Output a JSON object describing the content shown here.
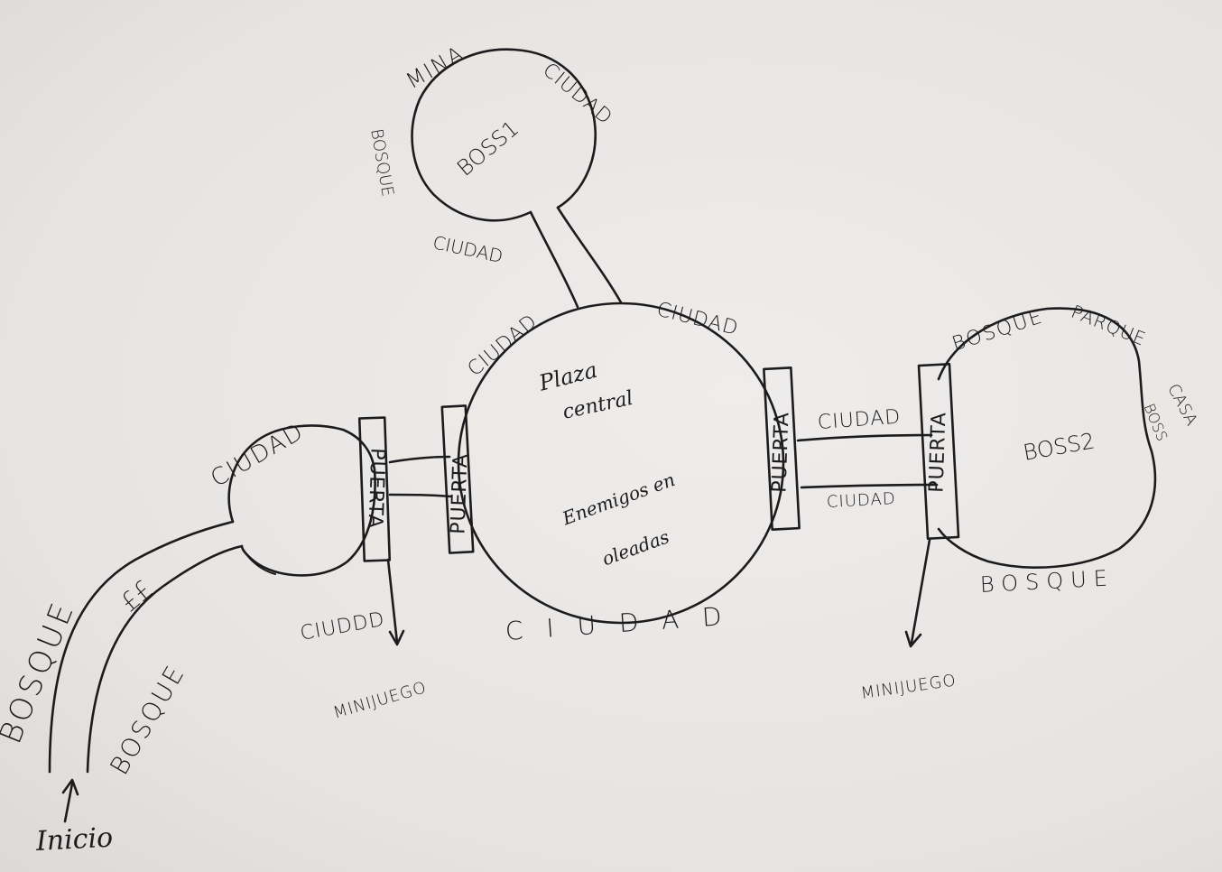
{
  "diagram": {
    "start": "Inicio",
    "path_sides": [
      "BOSQUE",
      "BOSQUE"
    ],
    "path_mark": "££",
    "room1": {
      "top": "CIUDAD",
      "bottom": "CIUDDD",
      "door": "PUERTA",
      "exit": "MINIJUEGO"
    },
    "central": {
      "door_left": "PUERTA",
      "door_right": "PUERTA",
      "name_line1": "Plaza",
      "name_line2": "central",
      "desc_line1": "Enemigos en",
      "desc_line2": "oleadas",
      "top_left": "CIUDAD",
      "top_right": "CIUDAD",
      "bottom": "CIUDAD"
    },
    "boss1": {
      "name": "BOSS1",
      "top": "MINA",
      "right": "CIUDAD",
      "left": "BOSQUE",
      "bottom": "CIUDAD"
    },
    "corridor_right": {
      "top": "CIUDAD",
      "bottom": "CIUDAD"
    },
    "boss2": {
      "name": "BOSS2",
      "door": "PUERTA",
      "top_left": "BOSQUE",
      "top": "PARQUE",
      "right1": "CASA",
      "right2": "BOSS",
      "bottom": "BOSQUE",
      "exit": "MINIJUEGO"
    }
  }
}
